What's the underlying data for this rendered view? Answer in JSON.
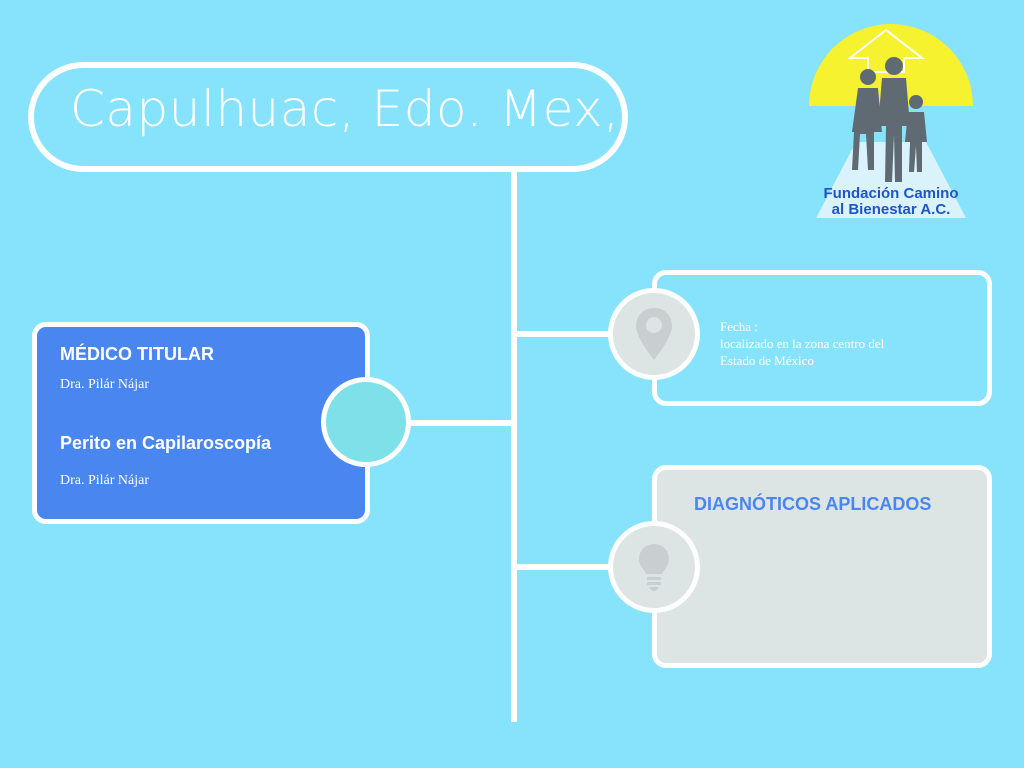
{
  "title": "Capulhuac, Edo. Mex,",
  "left_card": {
    "heading1": "MÉDICO TITULAR",
    "name1": "Dra. Pilár Nájar",
    "heading2": "Perito en Capilaroscopía",
    "name2": "Dra. Pilár Nájar"
  },
  "info_card": {
    "line1": "Fecha :",
    "line2": "localizado en la zona centro del",
    "line3": "Estado de México"
  },
  "diag_card": {
    "heading": "DIAGNÓTICOS APLICADOS"
  },
  "logo": {
    "line1": "Fundación Camino",
    "line2": "al Bienestar A.C."
  },
  "icons": {
    "location": "map-pin-icon",
    "idea": "lightbulb-icon"
  },
  "colors": {
    "background": "#87e3fb",
    "card_blue": "#4a86ef",
    "card_gray": "#dde5e4",
    "node_teal": "#7ee1e9",
    "icon_gray": "#c9cfd0",
    "logo_sun": "#f7f230",
    "logo_text": "#1f55c8"
  }
}
